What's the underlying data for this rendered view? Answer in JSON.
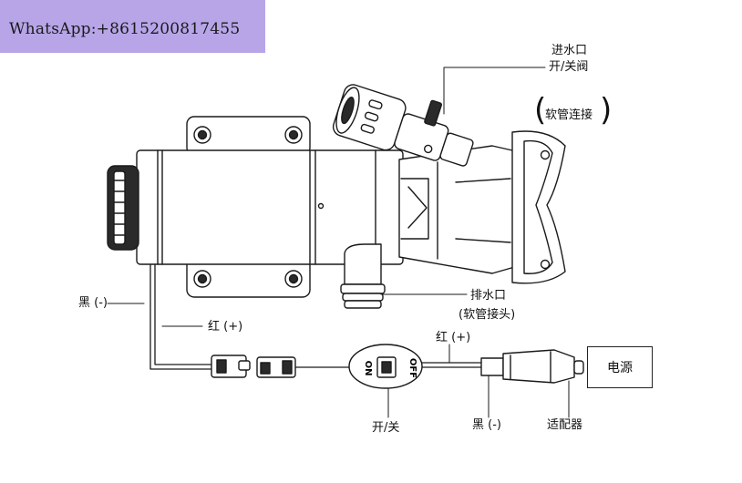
{
  "watermark": {
    "text": "WhatsApp:+8615200817455"
  },
  "labels": {
    "inlet_line1": "进水口",
    "inlet_line2": "开/关阀",
    "hose_connect": "软管连接",
    "outlet_line1": "排水口",
    "outlet_line2": "(软管接头)",
    "black_left": "黑 (-)",
    "red_left": "红 (+)",
    "red_right": "红 (+)",
    "black_right": "黑 (-)",
    "switch": "开/关",
    "adapter": "适配器",
    "power": "电源"
  },
  "switch_face": {
    "on": "ON",
    "off": "OFF"
  },
  "colors": {
    "line": "#1a1a1a",
    "banner": "#b7a5e8",
    "body_fill": "#ffffff",
    "dark": "#2a2a2a"
  }
}
